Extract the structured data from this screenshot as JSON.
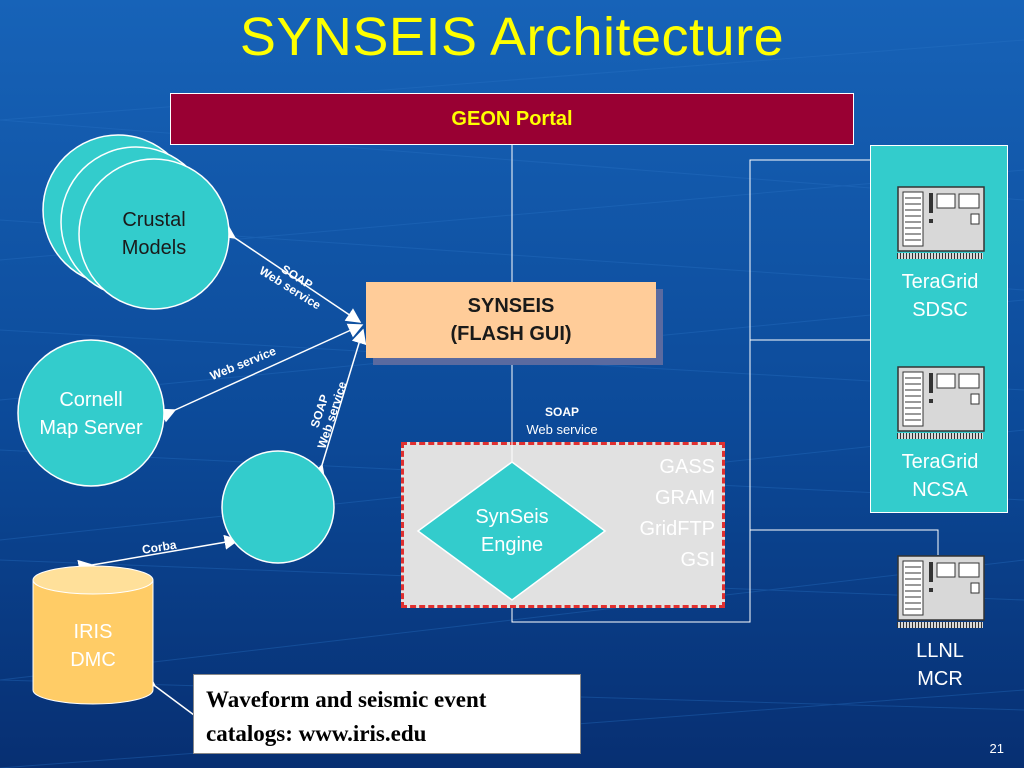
{
  "slide": {
    "title": "SYNSEIS Architecture",
    "page_number": "21"
  },
  "portal": {
    "label": "GEON Portal"
  },
  "synseis_gui": {
    "line1": "SYNSEIS",
    "line2": "(FLASH GUI)"
  },
  "crustal_models": {
    "line1": "Crustal",
    "line2": "Models"
  },
  "cornell": {
    "line1": "Cornell",
    "line2": "Map Server"
  },
  "iris": {
    "line1": "IRIS",
    "line2": "DMC"
  },
  "engine": {
    "line1": "SynSeis",
    "line2": "Engine"
  },
  "grid_services": [
    "GASS",
    "GRAM",
    "GridFTP",
    "GSI"
  ],
  "connections": {
    "crustal_soap": "SOAP",
    "crustal_ws": "Web service",
    "cornell_ws": "Web service",
    "mid_soap": "SOAP",
    "mid_ws": "Web service",
    "corba": "Corba",
    "engine_soap": "SOAP",
    "engine_ws": "Web service"
  },
  "servers": [
    {
      "line1": "TeraGrid",
      "line2": "SDSC"
    },
    {
      "line1": "TeraGrid",
      "line2": "NCSA"
    },
    {
      "line1": "LLNL",
      "line2": "MCR"
    }
  ],
  "note": {
    "line1": "Waveform and seismic event",
    "line2": "catalogs: www.iris.edu"
  },
  "colors": {
    "title": "#ffff00",
    "portal": "#990033",
    "gui": "#ffcc99",
    "cyan": "#33cccc",
    "background": "#0a3f86"
  }
}
